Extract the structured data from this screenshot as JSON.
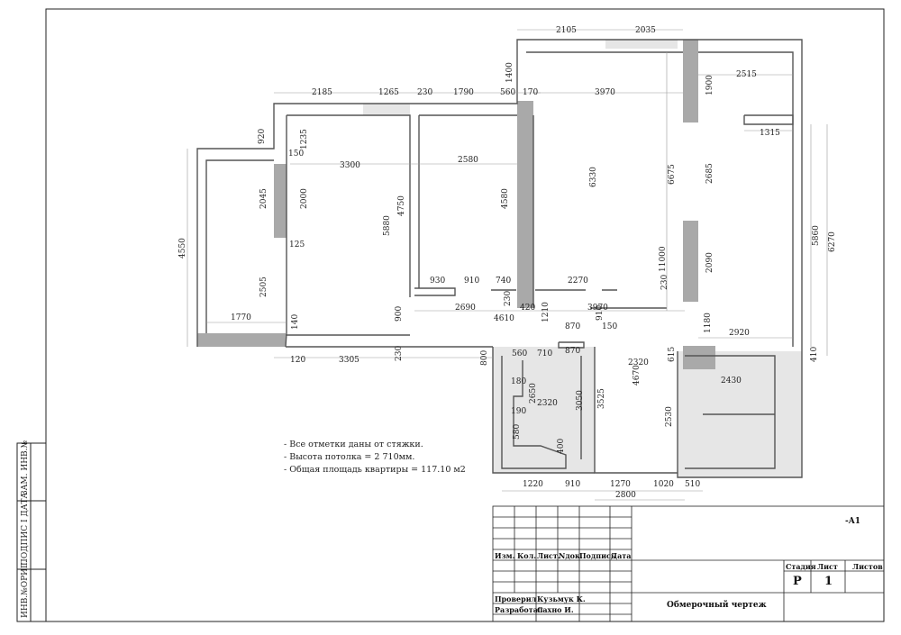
{
  "plan": {
    "dimensions": [
      {
        "id": "d1",
        "text": "2105"
      },
      {
        "id": "d2",
        "text": "2035"
      },
      {
        "id": "d3",
        "text": "2185"
      },
      {
        "id": "d4",
        "text": "1265"
      },
      {
        "id": "d5",
        "text": "230"
      },
      {
        "id": "d6",
        "text": "1790"
      },
      {
        "id": "d7",
        "text": "560"
      },
      {
        "id": "d8",
        "text": "170"
      },
      {
        "id": "d9",
        "text": "3970"
      },
      {
        "id": "d10",
        "text": "2515"
      },
      {
        "id": "d11",
        "text": "1400"
      },
      {
        "id": "d12",
        "text": "1900"
      },
      {
        "id": "d13",
        "text": "920"
      },
      {
        "id": "d14",
        "text": "1235"
      },
      {
        "id": "d15",
        "text": "150"
      },
      {
        "id": "d16",
        "text": "3300"
      },
      {
        "id": "d17",
        "text": "2580"
      },
      {
        "id": "d18",
        "text": "1315"
      },
      {
        "id": "d19",
        "text": "2045"
      },
      {
        "id": "d20",
        "text": "2000"
      },
      {
        "id": "d21",
        "text": "4750"
      },
      {
        "id": "d22",
        "text": "5880"
      },
      {
        "id": "d23",
        "text": "4580"
      },
      {
        "id": "d24",
        "text": "6330"
      },
      {
        "id": "d25",
        "text": "6675"
      },
      {
        "id": "d26",
        "text": "2685"
      },
      {
        "id": "d27",
        "text": "5860"
      },
      {
        "id": "d28",
        "text": "6270"
      },
      {
        "id": "d29",
        "text": "4550"
      },
      {
        "id": "d30",
        "text": "125"
      },
      {
        "id": "d31",
        "text": "11000"
      },
      {
        "id": "d32",
        "text": "2505"
      },
      {
        "id": "d33",
        "text": "930"
      },
      {
        "id": "d34",
        "text": "910"
      },
      {
        "id": "d35",
        "text": "740"
      },
      {
        "id": "d36",
        "text": "2270"
      },
      {
        "id": "d37",
        "text": "2090"
      },
      {
        "id": "d38",
        "text": "230"
      },
      {
        "id": "d39",
        "text": "230"
      },
      {
        "id": "d40",
        "text": "2690"
      },
      {
        "id": "d41",
        "text": "420"
      },
      {
        "id": "d42",
        "text": "3970"
      },
      {
        "id": "d43",
        "text": "900"
      },
      {
        "id": "d44",
        "text": "4610"
      },
      {
        "id": "d45",
        "text": "1210"
      },
      {
        "id": "d46",
        "text": "910"
      },
      {
        "id": "d47",
        "text": "1770"
      },
      {
        "id": "d48",
        "text": "140"
      },
      {
        "id": "d49",
        "text": "870"
      },
      {
        "id": "d50",
        "text": "150"
      },
      {
        "id": "d51",
        "text": "1180"
      },
      {
        "id": "d52",
        "text": "2920"
      },
      {
        "id": "d53",
        "text": "870"
      },
      {
        "id": "d54",
        "text": "120"
      },
      {
        "id": "d55",
        "text": "3305"
      },
      {
        "id": "d56",
        "text": "230"
      },
      {
        "id": "d57",
        "text": "800"
      },
      {
        "id": "d58",
        "text": "560"
      },
      {
        "id": "d59",
        "text": "710"
      },
      {
        "id": "d60",
        "text": "2320"
      },
      {
        "id": "d61",
        "text": "615"
      },
      {
        "id": "d62",
        "text": "410"
      },
      {
        "id": "d63",
        "text": "180"
      },
      {
        "id": "d64",
        "text": "2650"
      },
      {
        "id": "d65",
        "text": "2320"
      },
      {
        "id": "d66",
        "text": "3050"
      },
      {
        "id": "d67",
        "text": "3525"
      },
      {
        "id": "d68",
        "text": "4670"
      },
      {
        "id": "d69",
        "text": "2430"
      },
      {
        "id": "d70",
        "text": "190"
      },
      {
        "id": "d71",
        "text": "2530"
      },
      {
        "id": "d72",
        "text": "580"
      },
      {
        "id": "d73",
        "text": "400"
      },
      {
        "id": "d74",
        "text": "1220"
      },
      {
        "id": "d75",
        "text": "910"
      },
      {
        "id": "d76",
        "text": "1270"
      },
      {
        "id": "d77",
        "text": "1020"
      },
      {
        "id": "d78",
        "text": "510"
      },
      {
        "id": "d79",
        "text": "2800"
      }
    ]
  },
  "notes": [
    "- Все отметки даны от стяжки.",
    "- Высота потолка = 2 710мм.",
    "- Общая площадь квартиры = 117.10 м2"
  ],
  "title_block": {
    "sheet_format": "-A1",
    "col_izm": "Изм.",
    "col_kol": "Кол.",
    "col_list": "Лист.",
    "col_ndok": "Nдок.",
    "col_podpis": "Подпись",
    "col_data": "Дата",
    "stage_label": "Стадия",
    "sheet_label": "Лист",
    "sheets_label": "Листов",
    "stage_value": "P",
    "sheet_value": "1",
    "checked_label": "Проверил",
    "checked_name": "Кузьмук К.",
    "developed_label": "Разработал",
    "developed_name": "Сахно И.",
    "drawing_title": "Обмерочный чертеж"
  },
  "side_stamp": {
    "zam": "ЗАМ. ИНВ.№",
    "podpis": "ПОДПИС I ДАТА",
    "inv": "ИНВ.№ОРИГ."
  },
  "colors": {
    "wall_fill": "#a9a9a9",
    "light_fill": "#e6e6e6"
  }
}
